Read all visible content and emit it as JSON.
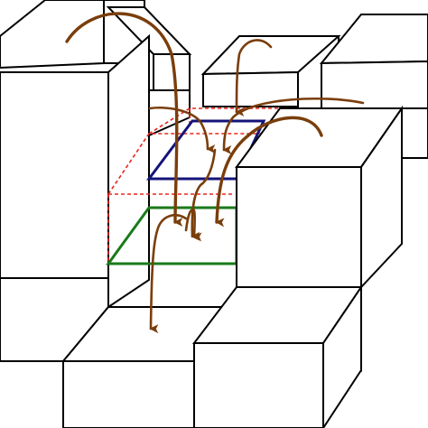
{
  "colors": {
    "building_fill": "#ffffff",
    "building_stroke": "#000000",
    "control_volume": "#e8261c",
    "upper_plane": "#14147a",
    "lower_plane": "#1a7a1a",
    "flow_arrows": "#7a3e0c"
  },
  "elements": {
    "control_volume": "dashed-box",
    "upper_plane": "parallelogram",
    "lower_plane": "parallelogram",
    "flow_arrows": "curved-arrow"
  }
}
